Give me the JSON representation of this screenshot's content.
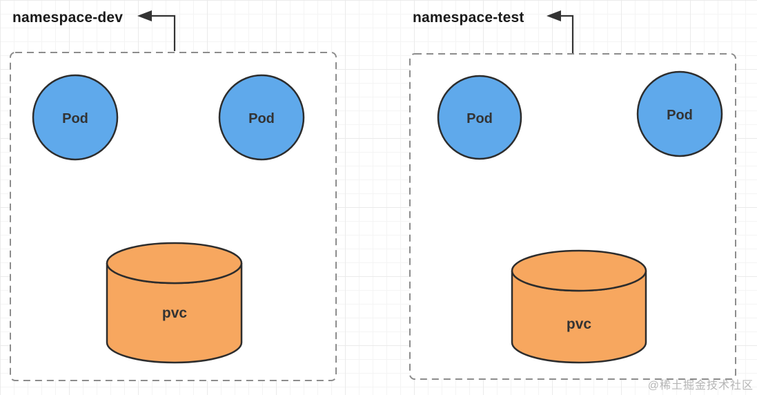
{
  "diagram": {
    "namespaces": [
      {
        "label": "namespace-dev",
        "pods": [
          {
            "label": "Pod"
          },
          {
            "label": "Pod"
          }
        ],
        "pvc": {
          "label": "pvc"
        }
      },
      {
        "label": "namespace-test",
        "pods": [
          {
            "label": "Pod"
          },
          {
            "label": "Pod"
          }
        ],
        "pvc": {
          "label": "pvc"
        }
      }
    ],
    "watermark": "@稀土掘金技术社区",
    "colors": {
      "pod_fill": "#5FA9EB",
      "pvc_fill": "#F7A75F",
      "shape_stroke": "#2D2D2D",
      "box_border": "#8C8C8C",
      "box_fill": "#FFFFFF",
      "label_text": "#1A1A1A",
      "shape_text": "#333333",
      "arrow": "#333333",
      "watermark_text": "#B5B5B5"
    }
  }
}
